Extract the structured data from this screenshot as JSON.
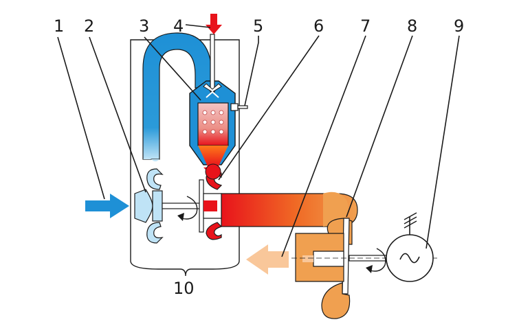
{
  "labels": {
    "l1": "1",
    "l2": "2",
    "l3": "3",
    "l4": "4",
    "l5": "5",
    "l6": "6",
    "l7": "7",
    "l8": "8",
    "l9": "9",
    "l10": "10"
  },
  "colors": {
    "cold_air": "#1e90d6",
    "light_blue": "#bfe3f6",
    "hot_gas": "#e8131b",
    "exhaust": "#f0a050",
    "exhaust_light": "#f9c79a",
    "fuel_arrow": "#e8131b",
    "outline": "#1a1a1a"
  },
  "icons": {
    "intake_arrow": "arrow-right-icon",
    "fuel_arrow": "arrow-down-icon",
    "exhaust_arrow": "arrow-left-icon",
    "generator_symbol": "sine-wave-icon",
    "rotation": "rotation-arrow-icon"
  }
}
